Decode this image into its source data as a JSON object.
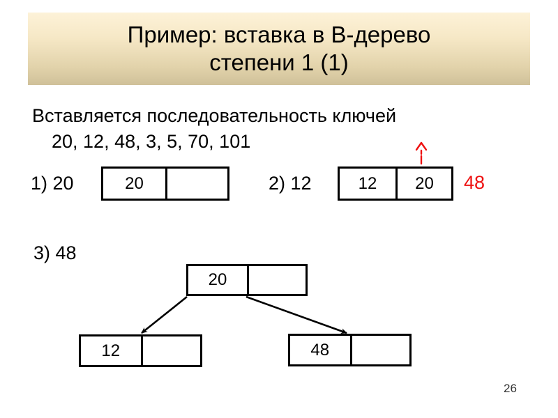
{
  "slide": {
    "title": "Пример: вставка в B-дерево\nстепени 1 (1)",
    "page_number": "26",
    "accent_red": "#ee1111",
    "banner_gradient_top": "#fdf2d8",
    "banner_gradient_bottom": "#cfc099"
  },
  "body": {
    "line1": "Вставляется последовательность ключей",
    "line2": "20, 12, 48, 3, 5, 70, 101"
  },
  "steps": {
    "step1": {
      "label": "1) 20",
      "node": {
        "cells": [
          "20",
          ""
        ]
      }
    },
    "step2": {
      "label": "2) 12",
      "node": {
        "cells": [
          "12",
          "20"
        ]
      },
      "pending_key": "48",
      "insert_arrow_icon": "arrow-up-icon"
    },
    "step3": {
      "label": "3) 48",
      "root": {
        "cells": [
          "20",
          ""
        ]
      },
      "left_child": {
        "cells": [
          "12",
          ""
        ]
      },
      "right_child": {
        "cells": [
          "48",
          ""
        ]
      }
    }
  }
}
